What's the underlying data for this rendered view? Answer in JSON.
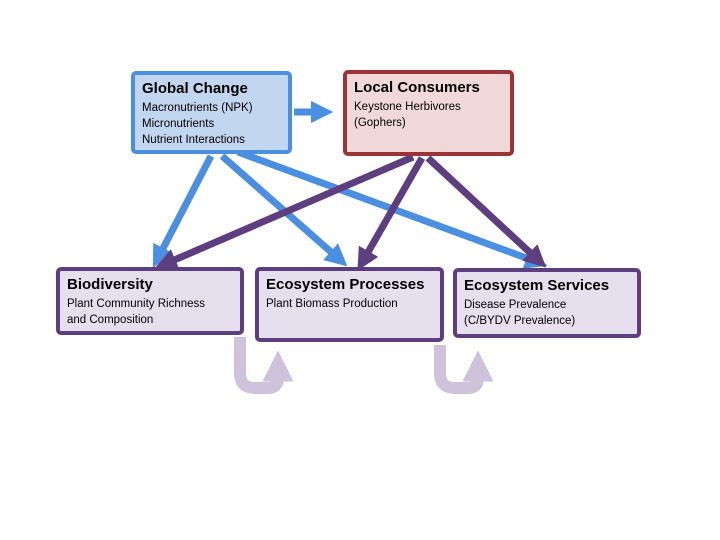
{
  "colors": {
    "global_border": "#4a8fe0",
    "global_fill": "#c3d6ef",
    "local_border": "#9c3437",
    "local_fill": "#f1d9d9",
    "outcome_border": "#5d3f80",
    "outcome_fill": "#e6e0ee",
    "blue_arrow": "#4a8fe0",
    "purple_arrow": "#5d3f80",
    "feedback_arrow": "#cfc3dc"
  },
  "nodes": {
    "global_change": {
      "title": "Global Change",
      "lines": [
        "Macronutrients (NPK)",
        "Micronutrients",
        "Nutrient Interactions"
      ]
    },
    "local_consumers": {
      "title": "Local Consumers",
      "lines": [
        "Keystone Herbivores",
        "(Gophers)"
      ]
    },
    "biodiversity": {
      "title": "Biodiversity",
      "lines": [
        "Plant Community Richness",
        "and Composition"
      ]
    },
    "ecosystem_processes": {
      "title": "Ecosystem Processes",
      "lines": [
        "Plant Biomass Production"
      ]
    },
    "ecosystem_services": {
      "title": "Ecosystem Services",
      "lines": [
        "Disease Prevalence",
        "(C/BYDV Prevalence)"
      ]
    }
  },
  "edges": [
    {
      "from": "global_change",
      "to": "local_consumers"
    },
    {
      "from": "global_change",
      "to": "biodiversity"
    },
    {
      "from": "global_change",
      "to": "ecosystem_processes"
    },
    {
      "from": "global_change",
      "to": "ecosystem_services"
    },
    {
      "from": "local_consumers",
      "to": "biodiversity"
    },
    {
      "from": "local_consumers",
      "to": "ecosystem_processes"
    },
    {
      "from": "local_consumers",
      "to": "ecosystem_services"
    },
    {
      "from": "biodiversity",
      "to": "ecosystem_processes"
    },
    {
      "from": "ecosystem_processes",
      "to": "ecosystem_services"
    }
  ]
}
